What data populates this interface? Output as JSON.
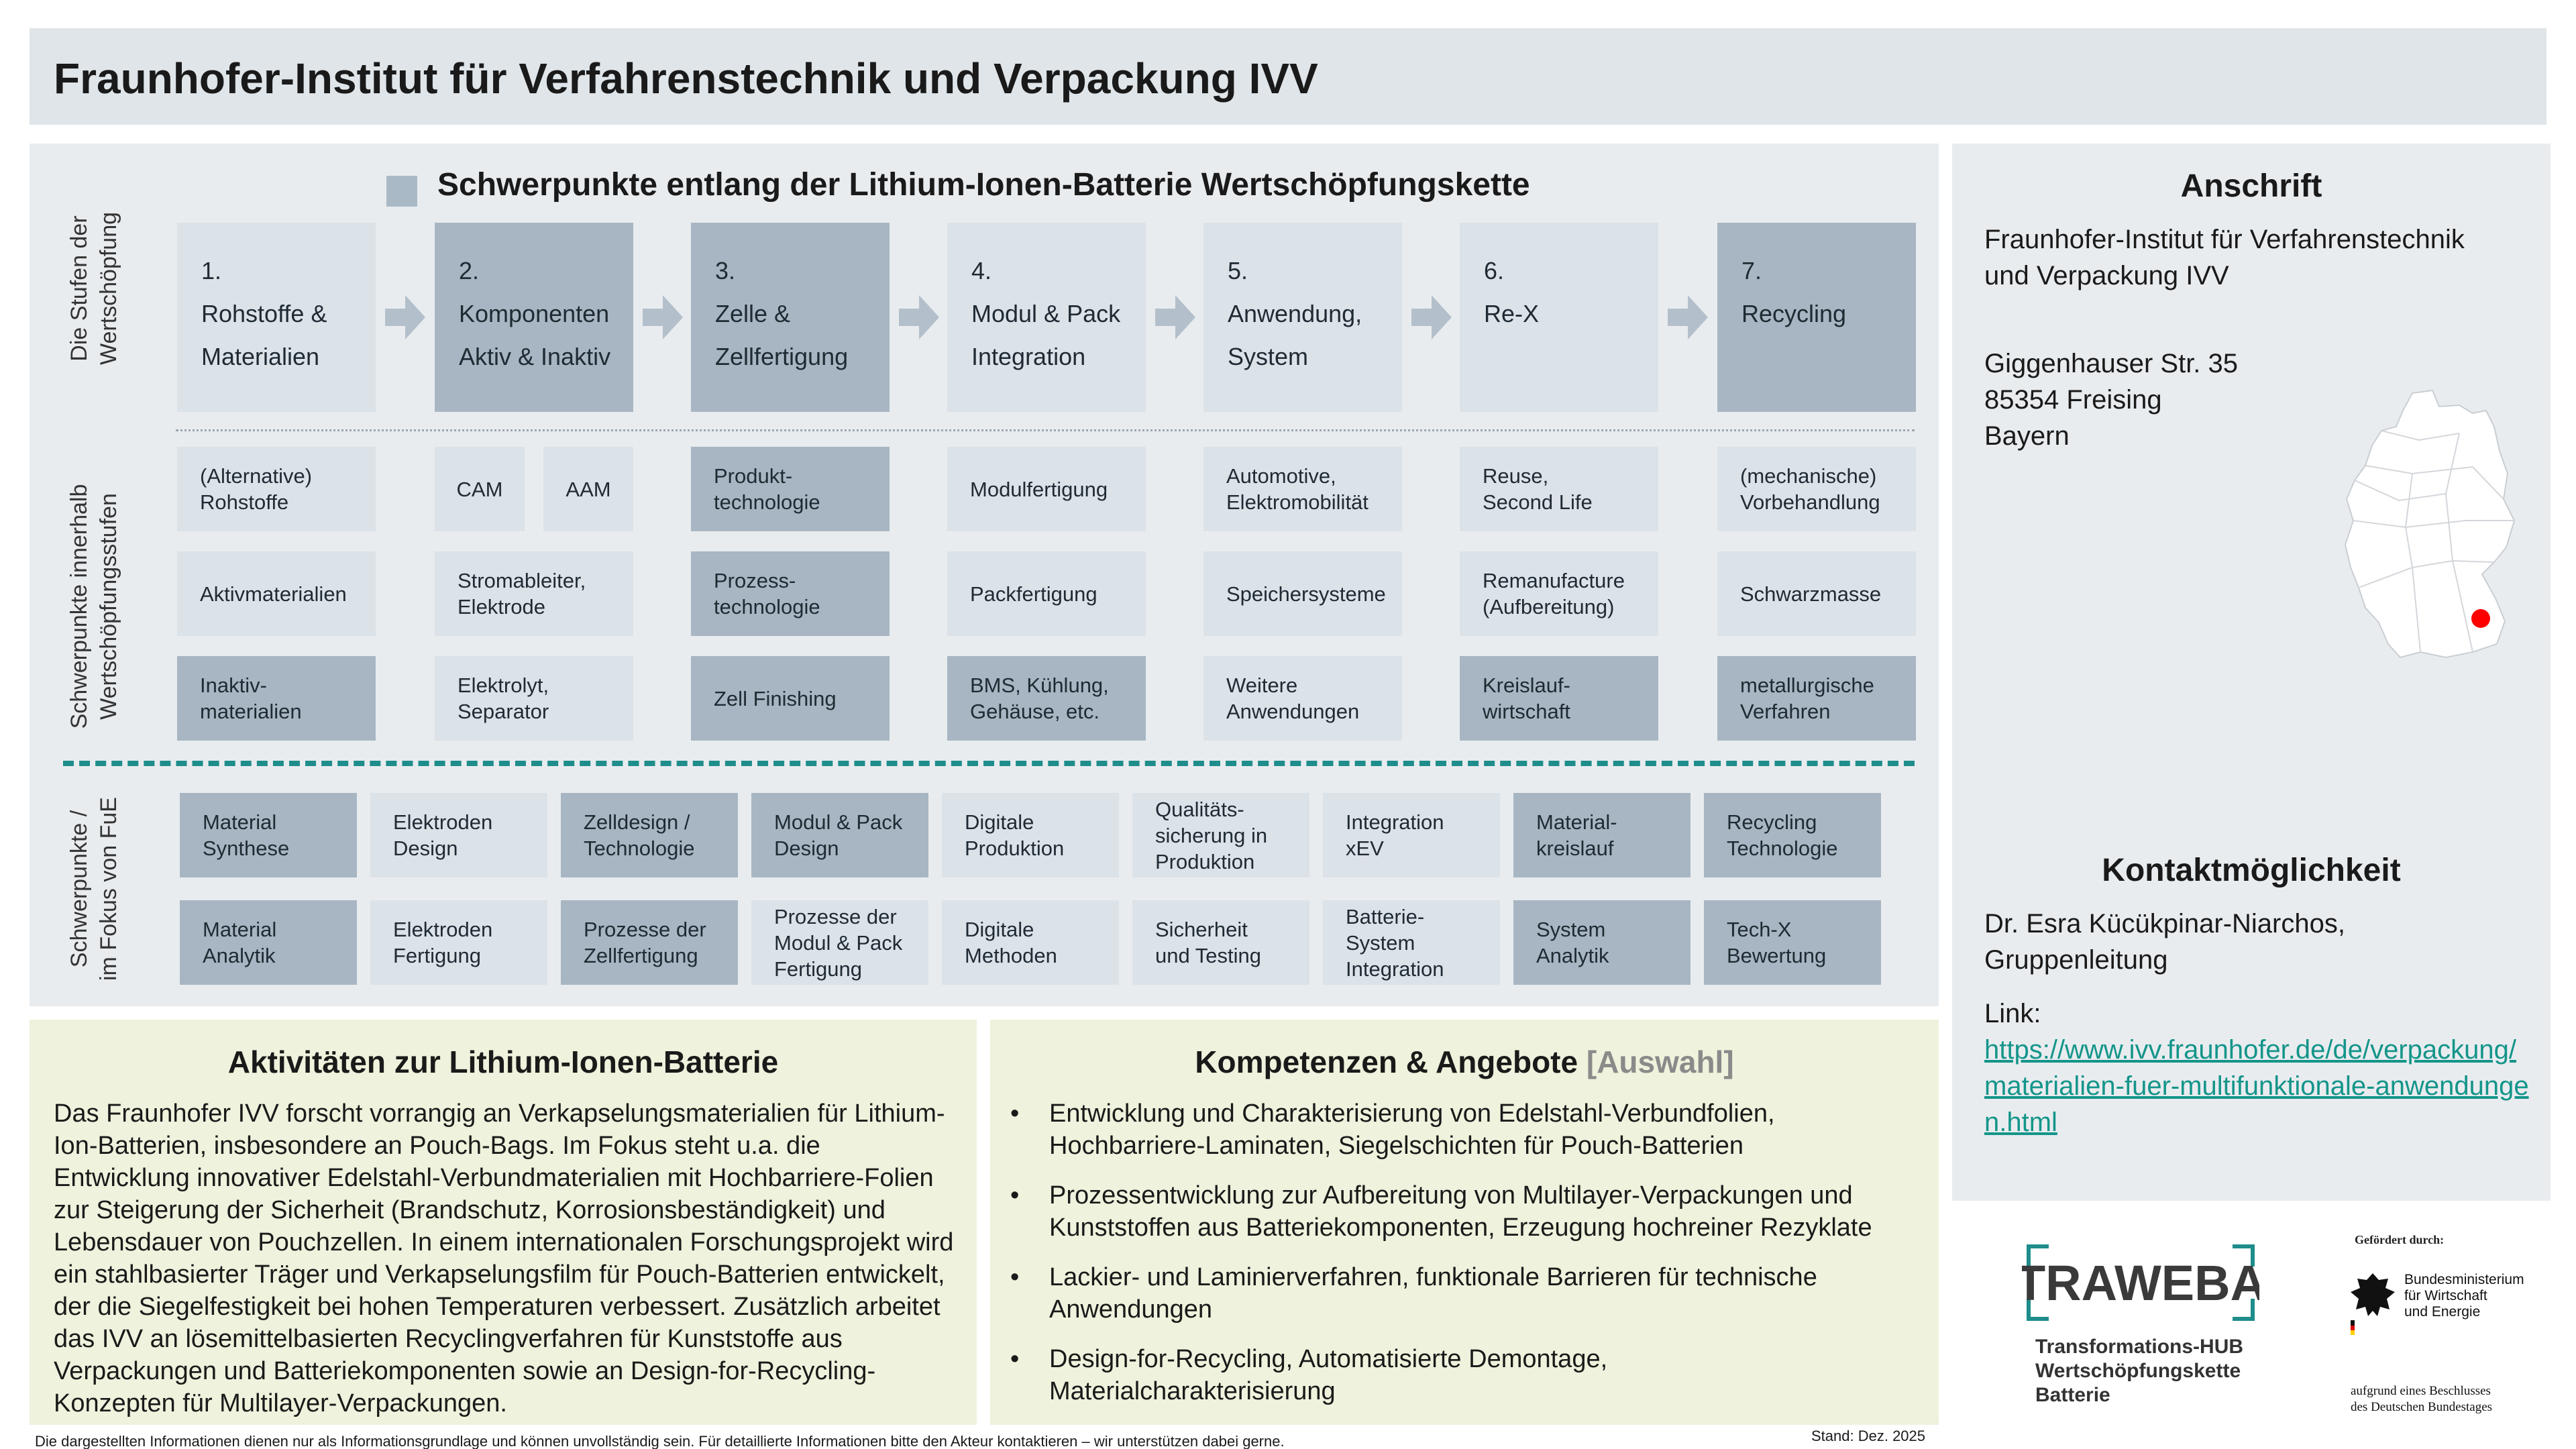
{
  "header": {
    "title": "Fraunhofer-Institut für Verfahrenstechnik und Verpackung IVV"
  },
  "diagram": {
    "heading": "Schwerpunkte entlang der Lithium-Ionen-Batterie Wertschöpfungskette",
    "row_labels": {
      "stages": "Die Stufen der\nWertschöpfung",
      "focus": "Schwerpunkte innerhalb\nWertschöpfungsstufen",
      "research": "Schwerpunkte /\nim Fokus  von FuE"
    },
    "stages": [
      {
        "label": "1.\nRohstoffe &\nMaterialien",
        "style": "light"
      },
      {
        "label": "2.\nKomponenten\nAktiv & Inaktiv",
        "style": "dark"
      },
      {
        "label": "3.\nZelle &\nZellfertigung",
        "style": "dark"
      },
      {
        "label": "4.\nModul & Pack\nIntegration",
        "style": "light"
      },
      {
        "label": "5.\nAnwendung,\nSystem",
        "style": "light"
      },
      {
        "label": "6.\nRe-X",
        "style": "light"
      },
      {
        "label": "7.\nRecycling",
        "style": "dark"
      }
    ],
    "focus_rows": [
      [
        "(Alternative)\nRohstoffe",
        "CAM",
        "AAM",
        "Produkt-\ntechnologie",
        "Modulfertigung",
        "Automotive,\nElektromobilität",
        "Reuse,\nSecond Life",
        "(mechanische)\nVorbehandlung"
      ],
      [
        "Aktivmaterialien",
        "Stromableiter,\nElektrode",
        "Prozess-\ntechnologie",
        "Packfertigung",
        "Speichersysteme",
        "Remanufacture\n(Aufbereitung)",
        "Schwarzmasse"
      ],
      [
        "Inaktiv-\nmaterialien",
        "Elektrolyt,\nSeparator",
        "Zell Finishing",
        "BMS, Kühlung,\nGehäuse, etc.",
        "Weitere\nAnwendungen",
        "Kreislauf-\nwirtschaft",
        "metallurgische\nVerfahren"
      ]
    ],
    "research_rows": [
      [
        "Material\nSynthese",
        "Elektroden\nDesign",
        "Zelldesign /\nTechnologie",
        "Modul & Pack\nDesign",
        "Digitale\nProduktion",
        "Qualitäts-\nsicherung in\nProduktion",
        "Integration\nxEV",
        "Material-\nkreislauf",
        "Recycling\nTechnologie"
      ],
      [
        "Material\nAnalytik",
        "Elektroden\nFertigung",
        "Prozesse der\nZellfertigung",
        "Prozesse der\nModul & Pack\nFertigung",
        "Digitale\nMethoden",
        "Sicherheit\nund Testing",
        "Batterie-\nSystem\nIntegration",
        "System\nAnalytik",
        "Tech-X\nBewertung"
      ]
    ]
  },
  "activities": {
    "title": "Aktivitäten zur Lithium-Ionen-Batterie",
    "text": "Das Fraunhofer IVV forscht vorrangig an Verkapselungsmaterialien für Lithium-Ion-Batterien, insbesondere an Pouch-Bags. Im Fokus steht u.a. die Entwicklung innovativer Edelstahl-Verbundmaterialien mit Hochbarriere-Folien zur Steigerung der Sicherheit (Brandschutz, Korrosionsbeständigkeit) und Lebensdauer von Pouchzellen. In einem internationalen Forschungsprojekt wird ein stahlbasierter Träger und Verkapselungsfilm für Pouch-Batterien entwickelt, der die Siegelfestigkeit bei hohen Temperaturen verbessert. Zusätzlich arbeitet das IVV an lösemittelbasierten Recyclingverfahren für Kunststoffe aus Verpackungen und Batteriekomponenten sowie an Design-for-Recycling-Konzepten für Multilayer-Verpackungen."
  },
  "competences": {
    "title": "Kompetenzen & Angebote",
    "title_suffix": "[Auswahl]",
    "items": [
      "Entwicklung und Charakterisierung von Edelstahl-Verbundfolien,\nHochbarriere-Laminaten, Siegelschichten für Pouch-Batterien",
      "Prozessentwicklung zur Aufbereitung von Multilayer-Verpackungen und\nKunststoffen aus Batteriekomponenten, Erzeugung hochreiner Rezyklate",
      "Lackier- und Laminierverfahren, funktionale Barrieren für technische\nAnwendungen",
      "Design-for-Recycling, Automatisierte Demontage,\nMaterialcharakterisierung"
    ]
  },
  "address": {
    "title": "Anschrift",
    "institute": "Fraunhofer-Institut für Verfahrenstechnik\nund Verpackung IVV",
    "street": "Giggenhauser Str. 35\n85354 Freising\nBayern"
  },
  "contact": {
    "title": "Kontaktmöglichkeit",
    "person": "Dr. Esra Kücükpinar-Niarchos,\nGruppenleitung",
    "link_label": "Link:",
    "link": "https://www.ivv.fraunhofer.de/de/verpackung/materialien-fuer-multifunktionale-anwendungen.html"
  },
  "logos": {
    "traweba": "TRAWEBA",
    "traweba_sub": "Transformations-HUB\nWertschöpfungskette\nBatterie",
    "funded_by": "Gefördert durch:",
    "ministry": "Bundesministerium\nfür Wirtschaft\nund Energie",
    "resolution": "aufgrund eines Beschlusses\ndes Deutschen Bundestages"
  },
  "footer": {
    "note": "Die dargestellten Informationen dienen nur als Informationsgrundlage und können unvollständig sein. Für detaillierte Informationen bitte den Akteur kontaktieren – wir unterstützen dabei gerne.",
    "date": "Stand: Dez. 2025"
  },
  "colors": {
    "light_box": "#dbe2e8",
    "dark_box": "#a7b6c2",
    "teal": "#1e8d8b",
    "map_dot": "#ff0000"
  }
}
